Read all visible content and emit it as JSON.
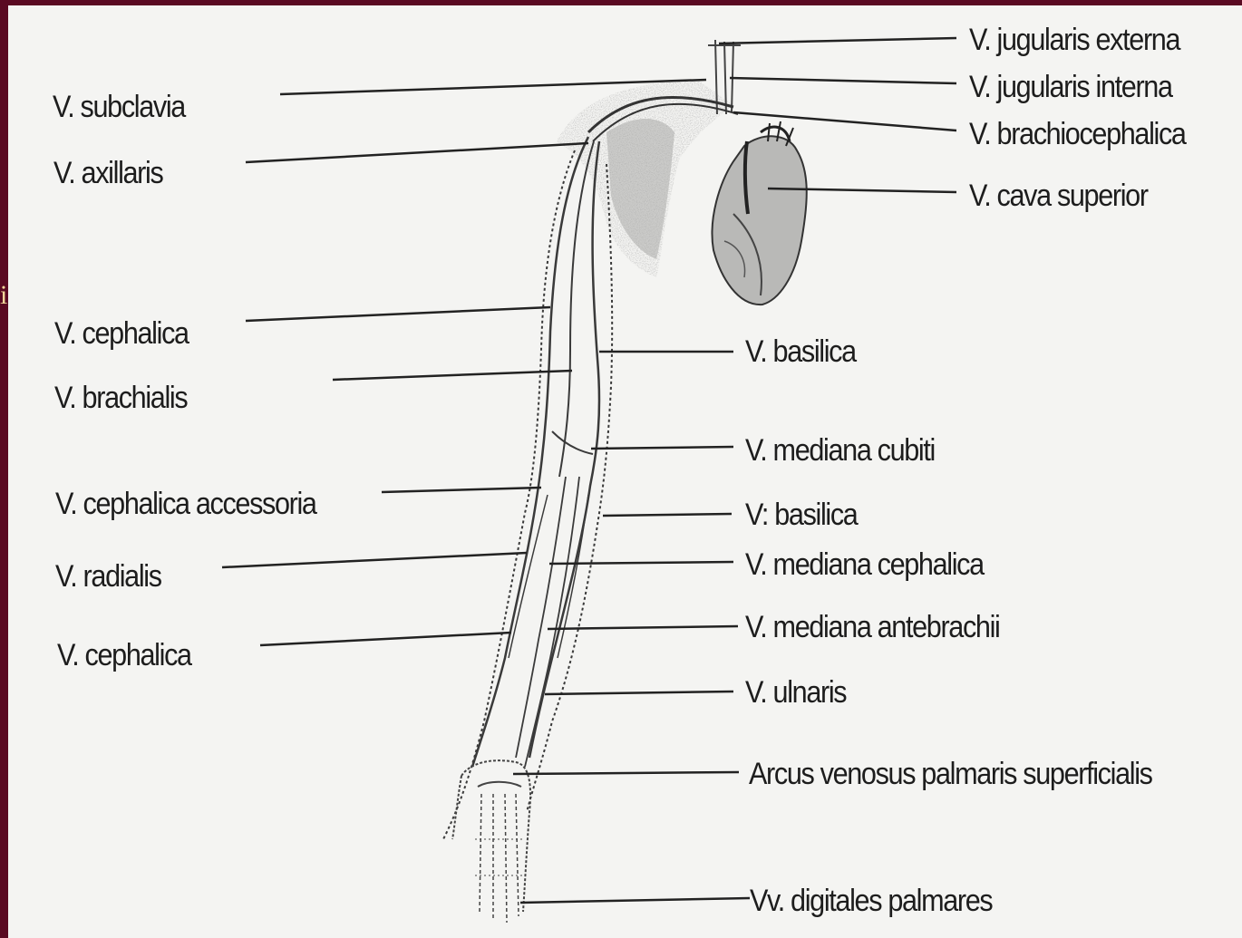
{
  "side_glyph": "i",
  "labels_left": {
    "subclavia": "V. subclavia",
    "axillaris": "V. axillaris",
    "cephalica_upper": "V. cephalica",
    "brachialis": "V. brachialis",
    "cephalica_accessoria": "V. cephalica accessoria",
    "radialis": "V. radialis",
    "cephalica_lower": "V. cephalica"
  },
  "labels_right": {
    "jugularis_externa": "V. jugularis externa",
    "jugularis_interna": "V. jugularis interna",
    "brachiocephalica": "V. brachiocephalica",
    "cava_superior": "V. cava superior",
    "basilica_upper": "V. basilica",
    "mediana_cubiti": "V. mediana cubiti",
    "basilica_lower": "V: basilica",
    "mediana_cephalica": "V. mediana cephalica",
    "mediana_antebrachii": "V. mediana antebrachii",
    "ulnaris": "V. ulnaris",
    "arcus": "Arcus venosus palmaris superficialis",
    "digitales": "Vv. digitales palmares"
  },
  "colors": {
    "frame": "#5a0a22",
    "paper": "#f4f4f2",
    "ink": "#1d1d1d",
    "glyph": "#f2d79a"
  }
}
